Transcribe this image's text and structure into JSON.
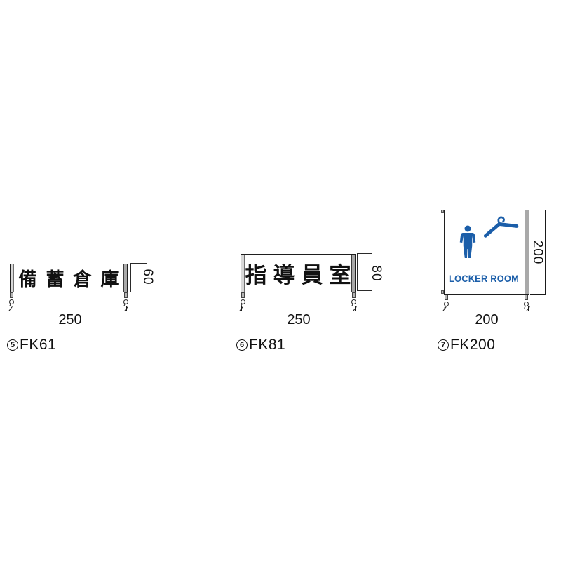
{
  "page": {
    "background": "#ffffff",
    "type": "signage-catalog-dimension-diagrams"
  },
  "colors": {
    "line": "#1a1a1a",
    "cap_gray": "#a9a9a9",
    "pictogram_blue": "#1b5ea9"
  },
  "items": [
    {
      "id": "fk61",
      "label_number": "5",
      "label_code": "FK61",
      "sign_text": "備蓄倉庫",
      "width_mm": "250",
      "height_mm": "60"
    },
    {
      "id": "fk81",
      "label_number": "6",
      "label_code": "FK81",
      "sign_text": "指導員室",
      "width_mm": "250",
      "height_mm": "80"
    },
    {
      "id": "fk200",
      "label_number": "7",
      "label_code": "FK200",
      "sign_text": "LOCKER ROOM",
      "width_mm": "200",
      "height_mm": "200",
      "icons": [
        "man-pictogram",
        "clothes-hanger"
      ]
    }
  ]
}
